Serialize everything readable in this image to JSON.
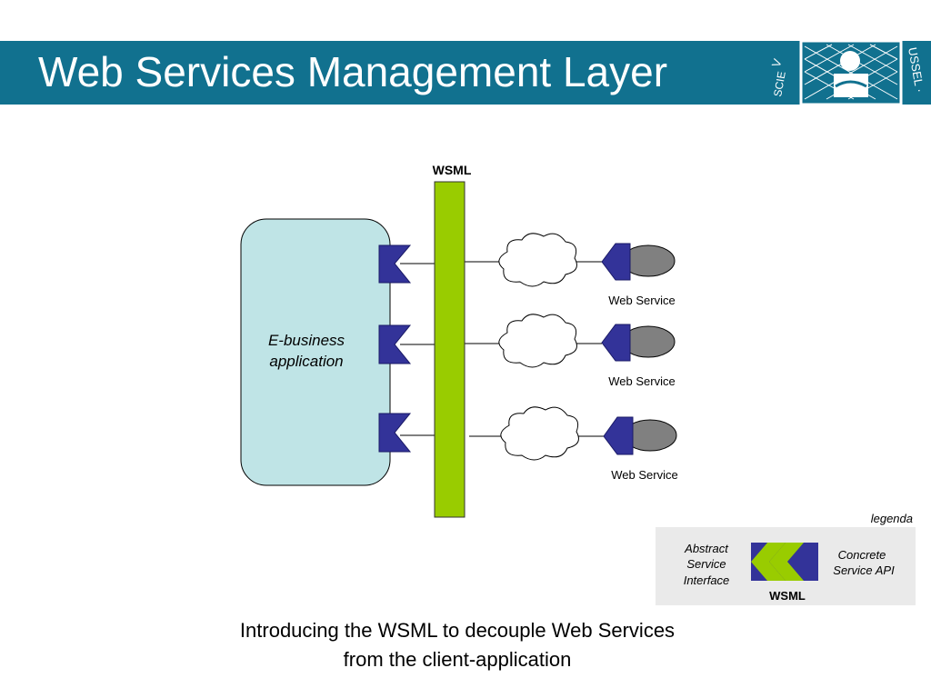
{
  "header": {
    "title": "Web Services Management Layer",
    "logo_icon": "university-seal-icon",
    "accent": "#11718f"
  },
  "diagram": {
    "bar_label": "WSML",
    "app_label_line1": "E-business",
    "app_label_line2": "application",
    "service_labels": [
      "Web Service",
      "Web Service",
      "Web Service"
    ],
    "colors": {
      "bar": "#99cc00",
      "app_box": "#bfe4e6",
      "connector": "#333399",
      "service_node": "#808080",
      "legend_bg": "#eaeaea"
    }
  },
  "legend": {
    "title": "legenda",
    "left_line1": "Abstract",
    "left_line2": "Service",
    "left_line3": "Interface",
    "right_line1": "Concrete",
    "right_line2": "Service API",
    "bottom": "WSML"
  },
  "caption": {
    "line1": "Introducing the WSML to decouple Web Services",
    "line2": "from the client-application"
  }
}
